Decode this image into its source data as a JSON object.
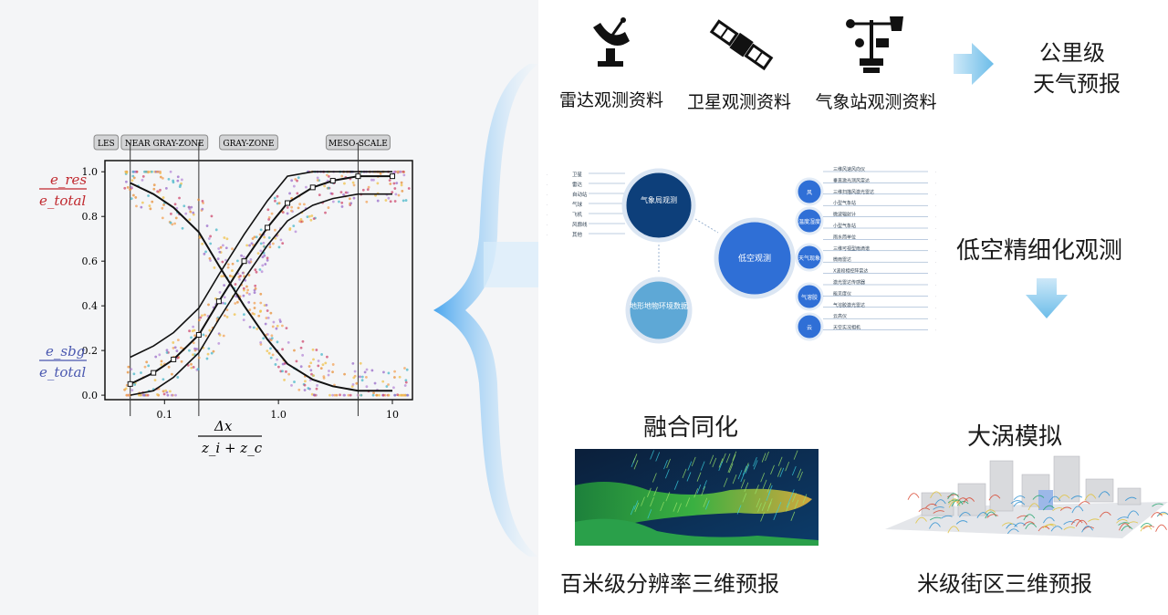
{
  "chart_data": {
    "type": "scatter",
    "title": "",
    "xlabel_numerator": "Δx",
    "xlabel_denominator": "z_i + z_c",
    "xscale": "log",
    "xlim": [
      0.03,
      15
    ],
    "ylim": [
      -0.02,
      1.05
    ],
    "xticks": [
      "0.1",
      "1.0",
      "10"
    ],
    "yticks": [
      "0.0",
      "0.2",
      "0.4",
      "0.6",
      "0.8",
      "1.0"
    ],
    "ylabel_top_numerator": "e_res",
    "ylabel_top_denominator": "e_total",
    "ylabel_bottom_numerator": "e_sbg",
    "ylabel_bottom_denominator": "e_total",
    "regime_labels": [
      "LES",
      "NEAR GRAY-ZONE",
      "GRAY-ZONE",
      "MESO-SCALE"
    ],
    "regime_boundaries_x": [
      0.05,
      0.2,
      5
    ],
    "series": [
      {
        "values_x": [
          0.05,
          0.08,
          0.12,
          0.2,
          0.3,
          0.5,
          0.8,
          1.2,
          2,
          3,
          5,
          10
        ],
        "values_y": [
          0.05,
          0.1,
          0.16,
          0.27,
          0.42,
          0.6,
          0.75,
          0.86,
          0.93,
          0.96,
          0.98,
          0.98
        ]
      },
      {
        "values_x": [
          0.05,
          0.08,
          0.12,
          0.2,
          0.3,
          0.5,
          0.8,
          1.2,
          2,
          3,
          5,
          10
        ],
        "values_y": [
          0.95,
          0.9,
          0.84,
          0.73,
          0.58,
          0.4,
          0.25,
          0.14,
          0.07,
          0.04,
          0.02,
          0.02
        ]
      }
    ]
  },
  "observations": {
    "radar_label": "雷达观测资料",
    "satellite_label": "卫星观测资料",
    "station_label": "气象站观测资料",
    "result_line1": "公里级",
    "result_line2": "天气预报"
  },
  "network": {
    "center": "低空观测",
    "left_top": "气象局观测",
    "left_bottom": "地形地物环境数据",
    "left_items": [
      "卫星",
      "雷达",
      "自动站",
      "气球",
      "飞机",
      "风廓线",
      "其他"
    ],
    "right_nodes": [
      "风",
      "温度湿度",
      "天气现象",
      "气溶胶",
      "云"
    ],
    "right_items": [
      "三维风速风向仪",
      "垂直激光测风雷达",
      "三维扫描风激光雷达",
      "小型气象站",
      "微波辐射计",
      "小型气象站",
      "雨水简单位",
      "三维可视型雨滴谱",
      "微雨雷达",
      "X波段相控阵雷达",
      "激光雷达传感器",
      "能见度仪",
      "气溶胶激光雷达",
      "云高仪",
      "天空实况相机"
    ]
  },
  "lowalt": {
    "label": "低空精细化观测"
  },
  "assim": {
    "title": "融合同化",
    "caption": "百米级分辨率三维预报"
  },
  "les": {
    "title": "大涡模拟",
    "caption": "米级街区三维预报"
  },
  "colors": {
    "arrow": "#7cc4ee",
    "dark_node": "#0d3f7a",
    "blue_node": "#2f6fd6",
    "light_node": "#5ea8d6"
  }
}
